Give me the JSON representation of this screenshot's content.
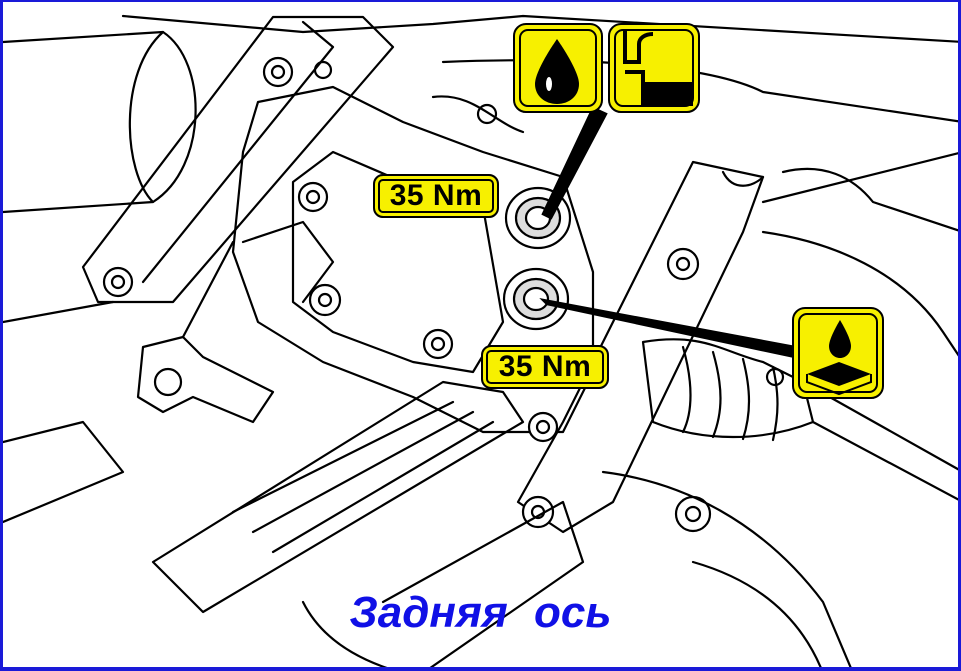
{
  "diagram": {
    "torque_upper": "35 Nm",
    "torque_lower": "35 Nm",
    "caption": "Задняя  ось",
    "icons": [
      "oil-drop-icon",
      "fill-level-icon",
      "drain-oil-icon"
    ],
    "colors": {
      "label_fill": "#f7f000",
      "caption": "#1010e6",
      "border": "#1a1ad8",
      "line": "#000000"
    }
  }
}
